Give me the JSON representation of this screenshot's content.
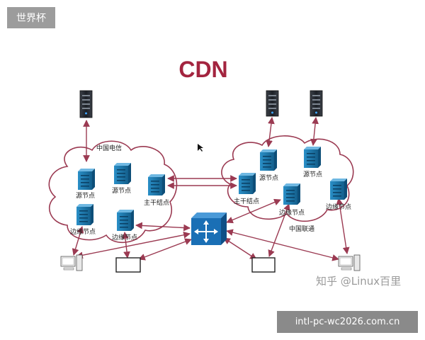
{
  "tags": {
    "top": "世界杯",
    "bottom": "intl-pc-wc2026.com.cn"
  },
  "credit": "知乎 @Linux百里",
  "title": "CDN",
  "colors": {
    "arrow": "#9b3a52",
    "cloud": "#9b3a52",
    "server_blue": "#1f7bb0",
    "hub_blue": "#1a6fb5",
    "title": "#a3243f"
  },
  "nodes": {
    "left_isp": "中国电信",
    "right_isp": "中国联通",
    "l_src1": "源节点",
    "l_src2": "源节点",
    "l_main": "主干结点",
    "l_edge1": "边缘节点",
    "l_edge2": "边缘节点",
    "r_main": "主干结点",
    "r_src1": "源节点",
    "r_src2": "源节点",
    "r_edge1": "边缘节点",
    "r_edge2": "边缘节点"
  },
  "icons": {
    "server": "rack-server-icon",
    "node": "cdn-node-icon",
    "hub": "router-hub-icon",
    "client": "computer-icon",
    "terminal": "terminal-icon",
    "cursor": "mouse-cursor-icon"
  }
}
